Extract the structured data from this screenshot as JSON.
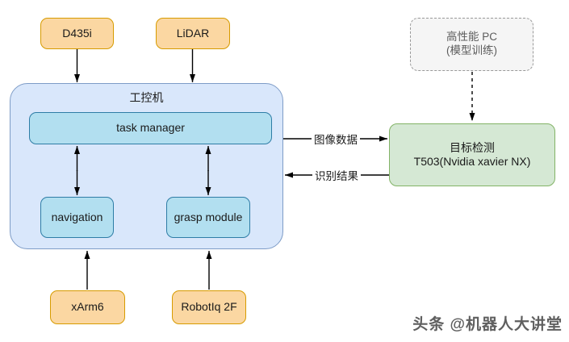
{
  "watermark": "头条 @机器人大讲堂",
  "colors": {
    "orange_fill": "#fbd7a2",
    "orange_stroke": "#d79b00",
    "container_fill": "#d9e7fb",
    "container_stroke": "#7e9cc7",
    "module_fill": "#b2dff0",
    "module_stroke": "#2e7da6",
    "green_fill": "#d5e8d4",
    "green_stroke": "#82b366",
    "dashed_fill": "#f5f5f5",
    "dashed_stroke": "#999999",
    "arrow": "#000000"
  },
  "nodes": {
    "d435i": "D435i",
    "lidar": "LiDAR",
    "industrial_pc": "工控机",
    "task_manager": "task manager",
    "navigation": "navigation",
    "grasp_module": "grasp module",
    "xarm6": "xArm6",
    "robotiq": "RobotIq 2F",
    "high_perf_pc_line1": "高性能 PC",
    "high_perf_pc_line2": "(模型训练)",
    "target_detection_line1": "目标检测",
    "target_detection_line2": "T503(Nvidia xavier NX)"
  },
  "edge_labels": {
    "image_data": "图像数据",
    "recognition_result": "识别结果"
  }
}
